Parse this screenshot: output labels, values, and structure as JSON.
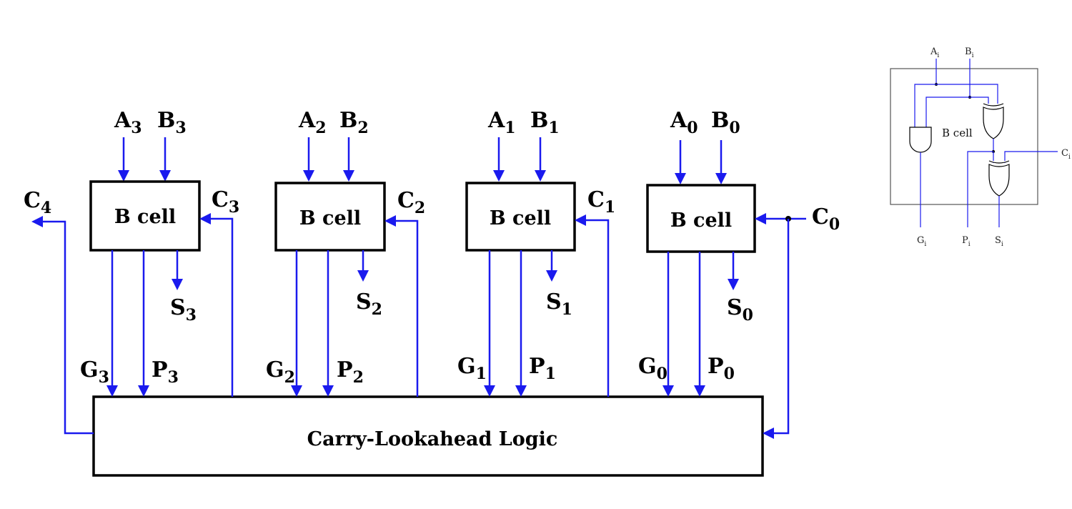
{
  "main": {
    "cla_label": "Carry-Lookahead Logic",
    "cells": [
      {
        "label": "B cell",
        "a": "A",
        "b": "B",
        "idx": "3",
        "s": "S",
        "g": "G",
        "p": "P",
        "c": "C"
      },
      {
        "label": "B cell",
        "a": "A",
        "b": "B",
        "idx": "2",
        "s": "S",
        "g": "G",
        "p": "P",
        "c": "C"
      },
      {
        "label": "B cell",
        "a": "A",
        "b": "B",
        "idx": "1",
        "s": "S",
        "g": "G",
        "p": "P",
        "c": "C"
      },
      {
        "label": "B cell",
        "a": "A",
        "b": "B",
        "idx": "0",
        "s": "S",
        "g": "G",
        "p": "P",
        "c": "C"
      }
    ],
    "carry_out": {
      "letter": "C",
      "idx": "4"
    },
    "carry_in": {
      "letter": "C",
      "idx": "0"
    }
  },
  "detail": {
    "cell_label": "B cell",
    "input_a": {
      "letter": "A",
      "idx": "i"
    },
    "input_b": {
      "letter": "B",
      "idx": "i"
    },
    "input_c": {
      "letter": "C",
      "idx": "i"
    },
    "output_g": {
      "letter": "G",
      "idx": "i"
    },
    "output_p": {
      "letter": "P",
      "idx": "i"
    },
    "output_s": {
      "letter": "S",
      "idx": "i"
    }
  },
  "colors": {
    "wire": "#1a1aee",
    "box": "#000000"
  }
}
